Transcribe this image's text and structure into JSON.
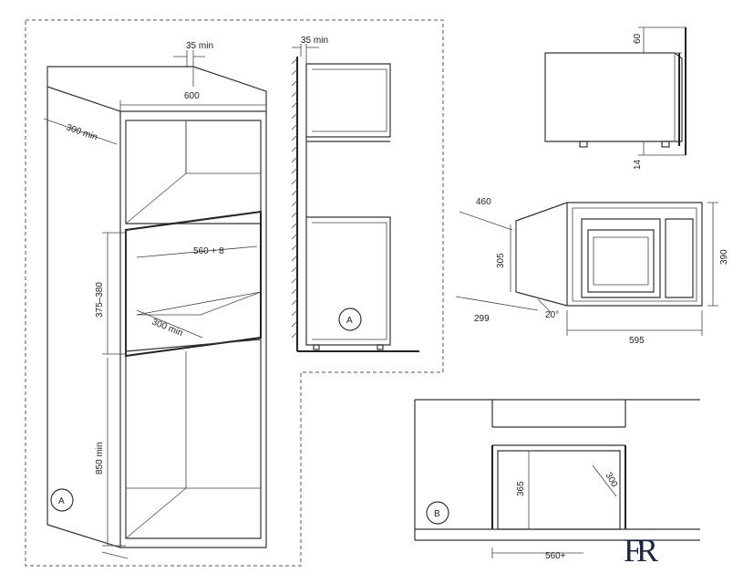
{
  "labels": {
    "gap_top_front": "35 min",
    "gap_top_side": "35 min",
    "width_600": "600",
    "depth_300_top": "300 min",
    "opening_width": "560 + 8",
    "niche_height": "375–380",
    "depth_300_inner": "300 min",
    "base_height": "850 min",
    "mark_a_front": "A",
    "mark_a_side": "A",
    "mark_b": "B",
    "dim_60": "60",
    "dim_14": "14",
    "dim_460": "460",
    "dim_305": "305",
    "dim_390": "390",
    "dim_299": "299",
    "dim_20deg": "20°",
    "dim_595": "595",
    "dim_365": "365",
    "dim_300_b": "300",
    "dim_560_b": "560+"
  }
}
